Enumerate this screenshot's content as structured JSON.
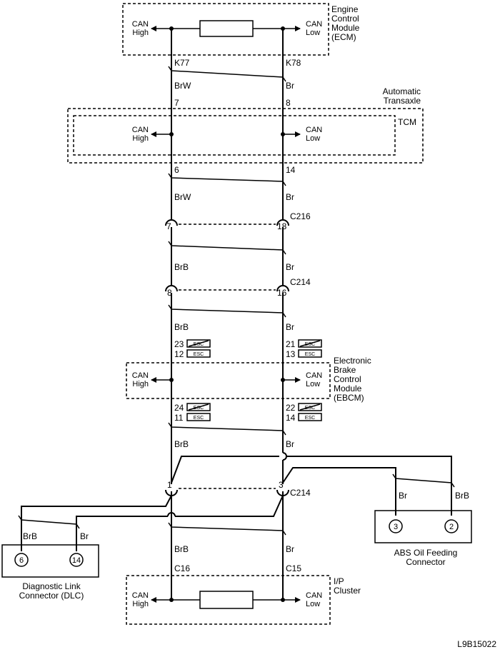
{
  "ecm": {
    "name": [
      "Engine",
      "Control",
      "Module",
      "(ECM)"
    ],
    "can_high": [
      "CAN",
      "High"
    ],
    "can_low": [
      "CAN",
      "Low"
    ],
    "pin_high": "K77",
    "pin_low": "K78"
  },
  "wires": {
    "brw": "BrW",
    "br": "Br",
    "brb": "BrB"
  },
  "tcm": {
    "name": [
      "Automatic",
      "Transaxle"
    ],
    "inner_name": "TCM",
    "can_high": [
      "CAN",
      "High"
    ],
    "can_low": [
      "CAN",
      "Low"
    ],
    "pin_in_high": "7",
    "pin_in_low": "8",
    "pin_out_high": "6",
    "pin_out_low": "14"
  },
  "c216": {
    "name": "C216",
    "pin_high": "7",
    "pin_low": "18"
  },
  "c214_a": {
    "name": "C214",
    "pin_high": "8",
    "pin_low": "16"
  },
  "ebcm": {
    "name": [
      "Electronic",
      "Brake",
      "Control",
      "Module",
      "(EBCM)"
    ],
    "can_high": [
      "CAN",
      "High"
    ],
    "can_low": [
      "CAN",
      "Low"
    ],
    "esc_label": "ESC",
    "pins_in_high": [
      "23",
      "12"
    ],
    "pins_in_low": [
      "21",
      "13"
    ],
    "pins_out_high": [
      "24",
      "11"
    ],
    "pins_out_low": [
      "22",
      "14"
    ]
  },
  "c214_b": {
    "name": "C214",
    "pin_high": "1",
    "pin_low": "3"
  },
  "abs": {
    "name": [
      "ABS Oil Feeding",
      "Connector"
    ],
    "pin_a": "3",
    "pin_b": "2"
  },
  "dlc": {
    "name": [
      "Diagnostic Link",
      "Connector (DLC)"
    ],
    "pin_a": "6",
    "pin_b": "14"
  },
  "ip": {
    "name": [
      "I/P",
      "Cluster"
    ],
    "can_high": [
      "CAN",
      "High"
    ],
    "can_low": [
      "CAN",
      "Low"
    ],
    "pin_high": "C16",
    "pin_low": "C15"
  },
  "figure_id": "L9B15022"
}
